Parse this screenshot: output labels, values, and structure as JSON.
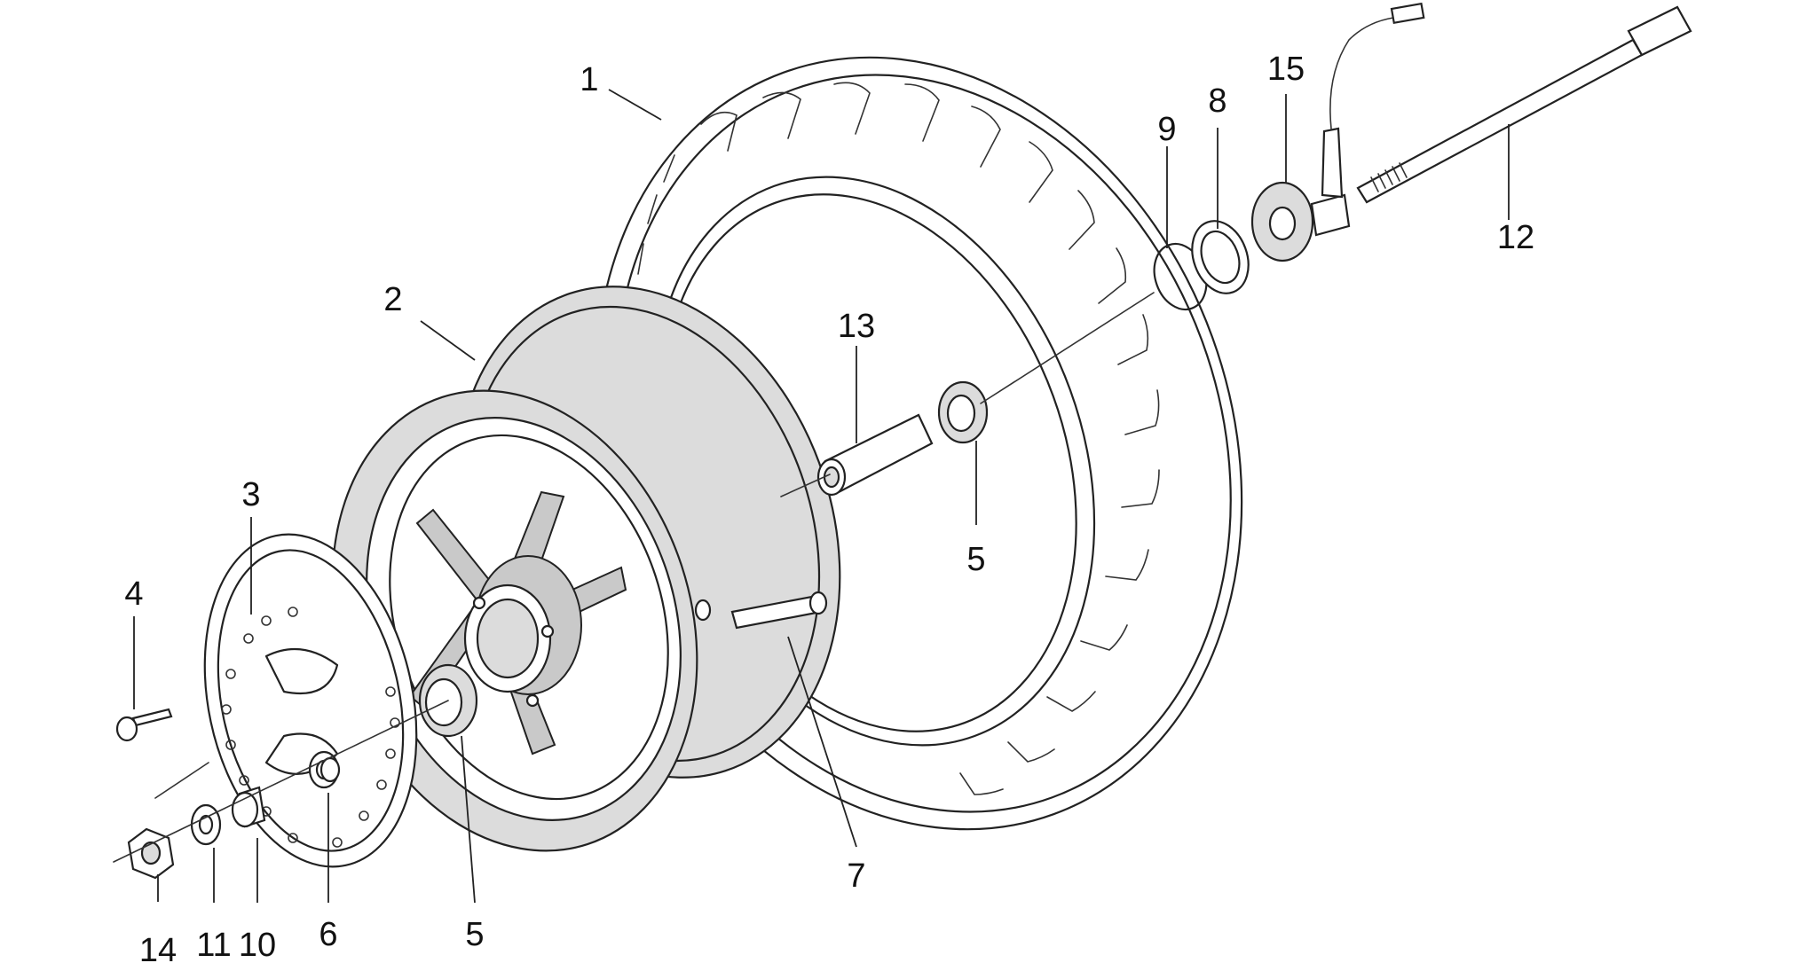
{
  "parts": [
    {
      "id": "tyre",
      "callout": "1"
    },
    {
      "id": "rim",
      "callout": "2"
    },
    {
      "id": "brake-disc",
      "callout": "3"
    },
    {
      "id": "disc-screw",
      "callout": "4"
    },
    {
      "id": "bearing-left",
      "callout": "5"
    },
    {
      "id": "bearing-right",
      "callout": "5"
    },
    {
      "id": "spacer-6",
      "callout": "6"
    },
    {
      "id": "valve",
      "callout": "7"
    },
    {
      "id": "seal-ring",
      "callout": "8"
    },
    {
      "id": "circlip",
      "callout": "9"
    },
    {
      "id": "spacer-10",
      "callout": "10"
    },
    {
      "id": "washer",
      "callout": "11"
    },
    {
      "id": "wheel-axle",
      "callout": "12"
    },
    {
      "id": "bush",
      "callout": "13"
    },
    {
      "id": "nut",
      "callout": "14"
    },
    {
      "id": "speedometer-drive",
      "callout": "15"
    }
  ]
}
